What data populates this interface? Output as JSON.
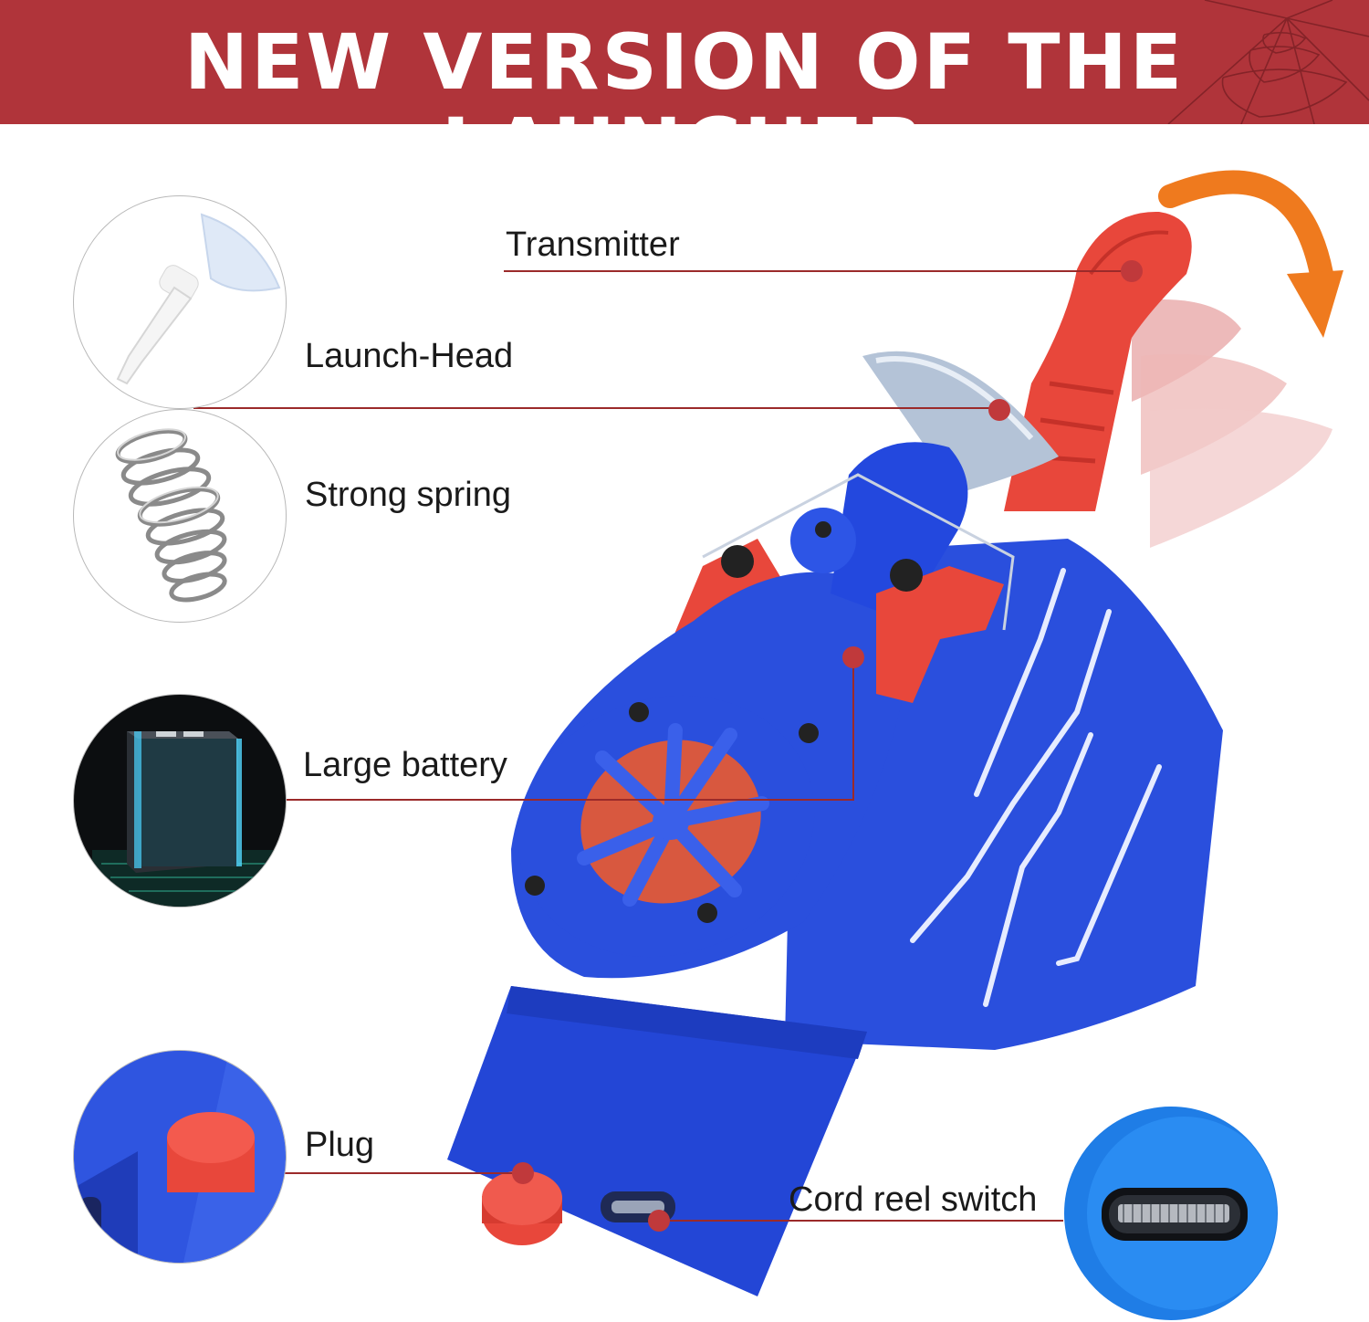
{
  "banner": {
    "title": "NEW VERSION OF THE LAUNCHER",
    "background_color": "#b0343a"
  },
  "callouts": [
    {
      "id": "transmitter",
      "label": "Transmitter"
    },
    {
      "id": "launch-head",
      "label": "Launch-Head"
    },
    {
      "id": "strong-spring",
      "label": "Strong spring"
    },
    {
      "id": "large-battery",
      "label": "Large battery"
    },
    {
      "id": "plug",
      "label": "Plug"
    },
    {
      "id": "cord-reel-switch",
      "label": "Cord reel switch"
    }
  ],
  "colors": {
    "leader_line": "#9b2a2a",
    "leader_dot": "#c0393b",
    "launcher_blue": "#2346d6",
    "launcher_red": "#e8473b",
    "arrow_orange": "#ef7a1e"
  },
  "icons": [
    "suction-cup-icon",
    "spring-icon",
    "battery-icon",
    "plug-icon",
    "usb-c-port-icon"
  ]
}
